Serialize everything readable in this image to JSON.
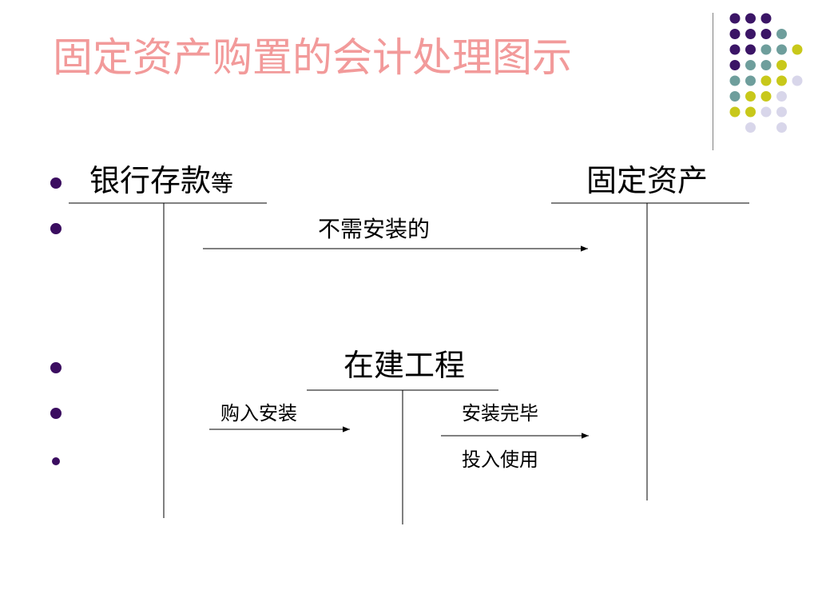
{
  "colors": {
    "title": "#f29a9a",
    "bullet": "#3b0d60",
    "purple": "#3b1566",
    "teal": "#6e9e9c",
    "yellow": "#c8c81a",
    "lavender": "#d8d6ea"
  },
  "slide": {
    "title": "固定资产购置的会计处理图示"
  },
  "accounts": {
    "bank_main": "银行存款",
    "bank_suffix": "等",
    "fixed_assets": "固定资产",
    "construction": "在建工程"
  },
  "arrows": {
    "no_install": "不需安装的",
    "purchase_install": "购入安装",
    "install_complete": "安装完毕",
    "put_into_use": "投入使用"
  },
  "dot_grid": [
    [
      "purple",
      "purple",
      "purple",
      "",
      ""
    ],
    [
      "purple",
      "purple",
      "purple",
      "teal",
      ""
    ],
    [
      "purple",
      "purple",
      "teal",
      "teal",
      "yellow"
    ],
    [
      "purple",
      "teal",
      "teal",
      "yellow",
      ""
    ],
    [
      "teal",
      "teal",
      "yellow",
      "yellow",
      "lavender"
    ],
    [
      "teal",
      "yellow",
      "yellow",
      "lavender",
      ""
    ],
    [
      "yellow",
      "yellow",
      "lavender",
      "lavender",
      ""
    ],
    [
      "",
      "lavender",
      "",
      "lavender",
      ""
    ]
  ]
}
